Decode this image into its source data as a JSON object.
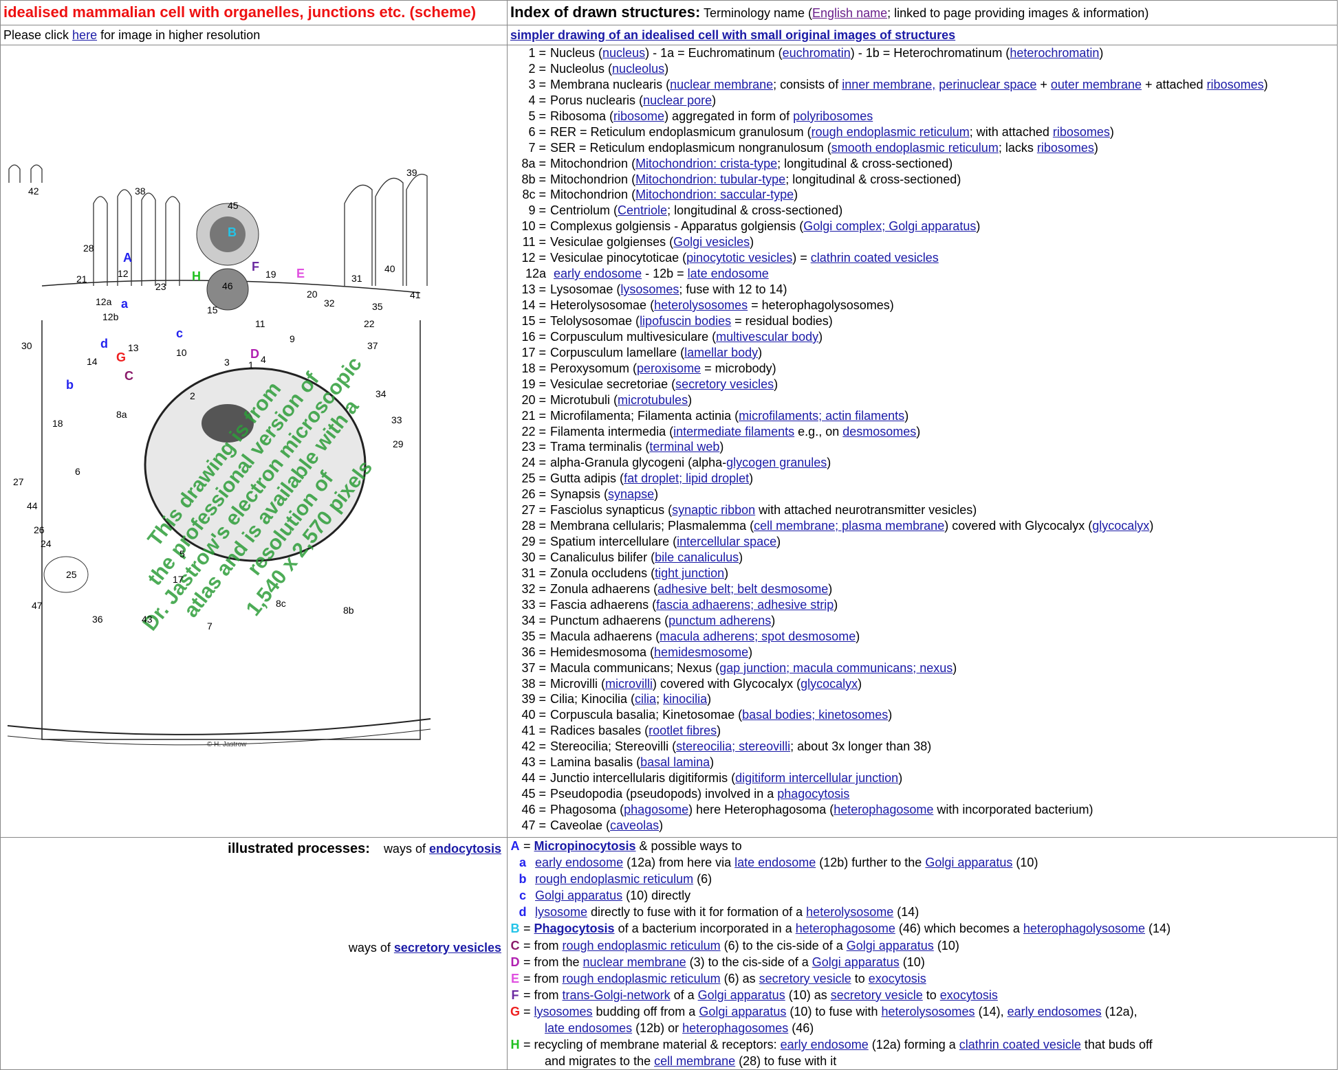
{
  "header": {
    "title": "idealised mammalian cell with organelles, junctions etc. (scheme)",
    "index_title": "Index of drawn structures:",
    "index_pre": "Terminology name (",
    "index_link": "English name",
    "index_post": "; linked to page providing images & information)"
  },
  "row2": {
    "click_pre": "Please click ",
    "click_link": "here",
    "click_post": " for image in higher resolution",
    "simpler_link": "simpler drawing of an idealised cell with small original images of structures"
  },
  "diagram": {
    "watermark": "This drawing is from the professional version of Dr. Jastrow's electron microscopic atlas and is available with a resolution of 1,540 x 2,570 pixels",
    "copyright": "© H. Jastrow",
    "labels": [
      "1",
      "2",
      "3",
      "4",
      "5",
      "6",
      "7",
      "8a",
      "8b",
      "8c",
      "9",
      "10",
      "11",
      "12",
      "12a",
      "12b",
      "13",
      "14",
      "15",
      "17",
      "18",
      "19",
      "20",
      "21",
      "22",
      "23",
      "24",
      "25",
      "26",
      "27",
      "28",
      "29",
      "30",
      "31",
      "32",
      "33",
      "34",
      "35",
      "36",
      "37",
      "38",
      "39",
      "40",
      "41",
      "42",
      "43",
      "44",
      "45",
      "46",
      "47",
      "A",
      "B",
      "C",
      "D",
      "E",
      "F",
      "G",
      "H",
      "a",
      "b",
      "c",
      "d"
    ]
  },
  "structures": [
    {
      "num": "1 =",
      "parts": [
        {
          "t": "Nucleus ("
        },
        {
          "l": "nucleus"
        },
        {
          "t": ") - 1a =  Euchromatinum ("
        },
        {
          "l": "euchromatin"
        },
        {
          "t": ") - 1b =  Heterochromatinum ("
        },
        {
          "l": "heterochromatin"
        },
        {
          "t": ")"
        }
      ]
    },
    {
      "num": "2 =",
      "parts": [
        {
          "t": "Nucleolus ("
        },
        {
          "l": "nucleolus"
        },
        {
          "t": ")"
        }
      ]
    },
    {
      "num": "3 =",
      "parts": [
        {
          "t": "Membrana nuclearis ("
        },
        {
          "l": "nuclear membrane"
        },
        {
          "t": "; consists of "
        },
        {
          "l": "inner membrane,"
        },
        {
          "t": " "
        },
        {
          "l": "perinuclear space"
        },
        {
          "t": " + "
        },
        {
          "l": "outer membrane"
        },
        {
          "t": " + attached "
        },
        {
          "l": "ribosomes"
        },
        {
          "t": ")"
        }
      ]
    },
    {
      "num": "4 =",
      "parts": [
        {
          "t": "Porus nuclearis ("
        },
        {
          "l": "nuclear pore"
        },
        {
          "t": ")"
        }
      ]
    },
    {
      "num": "5 =",
      "parts": [
        {
          "t": "Ribosoma ("
        },
        {
          "l": "ribosome"
        },
        {
          "t": ") aggregated in form of "
        },
        {
          "l": "polyribosomes"
        }
      ]
    },
    {
      "num": "6 =",
      "parts": [
        {
          "t": "RER = Reticulum endoplasmicum granulosum ("
        },
        {
          "l": "rough endoplasmic reticulum"
        },
        {
          "t": "; with attached "
        },
        {
          "l": "ribosomes"
        },
        {
          "t": ")"
        }
      ]
    },
    {
      "num": "7 =",
      "parts": [
        {
          "t": "SER = Reticulum endoplasmicum nongranulosum ("
        },
        {
          "l": "smooth endoplasmic reticulum"
        },
        {
          "t": "; lacks "
        },
        {
          "l": "ribosomes"
        },
        {
          "t": ")"
        }
      ]
    },
    {
      "num": "8a =",
      "parts": [
        {
          "t": "Mitochondrion ("
        },
        {
          "l": "Mitochondrion: crista-type"
        },
        {
          "t": "; longitudinal & cross-sectioned)"
        }
      ]
    },
    {
      "num": "8b =",
      "parts": [
        {
          "t": "Mitochondrion ("
        },
        {
          "l": "Mitochondrion: tubular-type"
        },
        {
          "t": "; longitudinal & cross-sectioned)"
        }
      ]
    },
    {
      "num": "8c =",
      "parts": [
        {
          "t": "Mitochondrion ("
        },
        {
          "l": "Mitochondrion: saccular-type"
        },
        {
          "t": ")"
        }
      ]
    },
    {
      "num": "9 =",
      "parts": [
        {
          "t": "Centriolum ("
        },
        {
          "l": "Centriole"
        },
        {
          "t": "; longitudinal & cross-sectioned)"
        }
      ]
    },
    {
      "num": "10 =",
      "parts": [
        {
          "t": "Complexus golgiensis - Apparatus golgiensis ("
        },
        {
          "l": "Golgi complex; Golgi apparatus"
        },
        {
          "t": ")"
        }
      ]
    },
    {
      "num": "11 =",
      "parts": [
        {
          "t": "Vesiculae golgienses ("
        },
        {
          "l": "Golgi vesicles"
        },
        {
          "t": ")"
        }
      ]
    },
    {
      "num": "12 =",
      "parts": [
        {
          "t": "Vesiculae pinocytoticae ("
        },
        {
          "l": "pinocytotic vesicles"
        },
        {
          "t": ") = "
        },
        {
          "l": "clathrin coated vesicles"
        }
      ]
    },
    {
      "num": "12a",
      "parts": [
        {
          "t": "  "
        },
        {
          "l": "early endosome"
        },
        {
          "t": " - 12b = "
        },
        {
          "l": "late endosome"
        }
      ]
    },
    {
      "num": "13 =",
      "parts": [
        {
          "t": "Lysosomae ("
        },
        {
          "l": "lysosomes"
        },
        {
          "t": "; fuse with 12 to 14)"
        }
      ]
    },
    {
      "num": "14 =",
      "parts": [
        {
          "t": "Heterolysosomae ("
        },
        {
          "l": "heterolysosomes"
        },
        {
          "t": " = heterophagolysosomes)"
        }
      ]
    },
    {
      "num": "15 =",
      "parts": [
        {
          "t": "Telolysosomae ("
        },
        {
          "l": "lipofuscin bodies"
        },
        {
          "t": " = residual bodies)"
        }
      ]
    },
    {
      "num": "16 =",
      "parts": [
        {
          "t": "Corpusculum multivesiculare ("
        },
        {
          "l": "multivescular body"
        },
        {
          "t": ")"
        }
      ]
    },
    {
      "num": "17 =",
      "parts": [
        {
          "t": "Corpusculum lamellare ("
        },
        {
          "l": "lamellar body"
        },
        {
          "t": ")"
        }
      ]
    },
    {
      "num": "18 =",
      "parts": [
        {
          "t": "Peroxysomum ("
        },
        {
          "l": "peroxisome"
        },
        {
          "t": " = microbody)"
        }
      ]
    },
    {
      "num": "19 =",
      "parts": [
        {
          "t": "Vesiculae secretoriae ("
        },
        {
          "l": "secretory vesicles"
        },
        {
          "t": ")"
        }
      ]
    },
    {
      "num": "20 =",
      "parts": [
        {
          "t": "Microtubuli ("
        },
        {
          "l": "microtubules"
        },
        {
          "t": ")"
        }
      ]
    },
    {
      "num": "21 =",
      "parts": [
        {
          "t": "Microfilamenta; Filamenta actinia ("
        },
        {
          "l": "microfilaments; actin filaments"
        },
        {
          "t": ")"
        }
      ]
    },
    {
      "num": "22 =",
      "parts": [
        {
          "t": "Filamenta intermedia ("
        },
        {
          "l": "intermediate filaments"
        },
        {
          "t": " e.g., on "
        },
        {
          "l": "desmosomes"
        },
        {
          "t": ")"
        }
      ]
    },
    {
      "num": "23 =",
      "parts": [
        {
          "t": "Trama terminalis ("
        },
        {
          "l": "terminal web"
        },
        {
          "t": ")"
        }
      ]
    },
    {
      "num": "24 =",
      "parts": [
        {
          "t": "alpha-Granula glycogeni (alpha-"
        },
        {
          "l": "glycogen granules"
        },
        {
          "t": ")"
        }
      ]
    },
    {
      "num": "25 =",
      "parts": [
        {
          "t": "Gutta adipis ("
        },
        {
          "l": "fat droplet; lipid droplet"
        },
        {
          "t": ")"
        }
      ]
    },
    {
      "num": "26 =",
      "parts": [
        {
          "t": "Synapsis ("
        },
        {
          "l": "synapse"
        },
        {
          "t": ")"
        }
      ]
    },
    {
      "num": "27 =",
      "parts": [
        {
          "t": "Fasciolus synapticus ("
        },
        {
          "l": "synaptic ribbon"
        },
        {
          "t": " with attached neurotransmitter vesicles)"
        }
      ]
    },
    {
      "num": "28 =",
      "parts": [
        {
          "t": "Membrana cellularis; Plasmalemma ("
        },
        {
          "l": "cell membrane; plasma membrane"
        },
        {
          "t": ") covered with Glycocalyx ("
        },
        {
          "l": "glycocalyx"
        },
        {
          "t": ")"
        }
      ]
    },
    {
      "num": "29 =",
      "parts": [
        {
          "t": "Spatium intercellulare ("
        },
        {
          "l": "intercellular space"
        },
        {
          "t": ")"
        }
      ]
    },
    {
      "num": "30 =",
      "parts": [
        {
          "t": "Canaliculus bilifer ("
        },
        {
          "l": "bile canaliculus"
        },
        {
          "t": ")"
        }
      ]
    },
    {
      "num": "31 =",
      "parts": [
        {
          "t": "Zonula occludens ("
        },
        {
          "l": "tight junction"
        },
        {
          "t": ")"
        }
      ]
    },
    {
      "num": "32 =",
      "parts": [
        {
          "t": "Zonula adhaerens ("
        },
        {
          "l": "adhesive belt; belt desmosome"
        },
        {
          "t": ")"
        }
      ]
    },
    {
      "num": "33 =",
      "parts": [
        {
          "t": "Fascia adhaerens ("
        },
        {
          "l": "fascia adhaerens; adhesive strip"
        },
        {
          "t": ")"
        }
      ]
    },
    {
      "num": "34 =",
      "parts": [
        {
          "t": "Punctum adhaerens ("
        },
        {
          "l": "punctum adherens"
        },
        {
          "t": ")"
        }
      ]
    },
    {
      "num": "35 =",
      "parts": [
        {
          "t": "Macula adhaerens ("
        },
        {
          "l": "macula adherens; spot desmosome"
        },
        {
          "t": ")"
        }
      ]
    },
    {
      "num": "36 =",
      "parts": [
        {
          "t": "Hemidesmosoma ("
        },
        {
          "l": "hemidesmosome"
        },
        {
          "t": ")"
        }
      ]
    },
    {
      "num": "37 =",
      "parts": [
        {
          "t": "Macula communicans; Nexus ("
        },
        {
          "l": "gap junction; macula communicans; nexus"
        },
        {
          "t": ")"
        }
      ]
    },
    {
      "num": "38 =",
      "parts": [
        {
          "t": "Microvilli ("
        },
        {
          "l": "microvilli"
        },
        {
          "t": ") covered with Glycocalyx ("
        },
        {
          "l": "glycocalyx"
        },
        {
          "t": ")"
        }
      ]
    },
    {
      "num": "39 =",
      "parts": [
        {
          "t": "Cilia; Kinocilia ("
        },
        {
          "l": "cilia"
        },
        {
          "t": "; "
        },
        {
          "l": "kinocilia"
        },
        {
          "t": ")"
        }
      ]
    },
    {
      "num": "40 =",
      "parts": [
        {
          "t": "Corpuscula basalia; Kinetosomae ("
        },
        {
          "l": "basal bodies; kinetosomes"
        },
        {
          "t": ")"
        }
      ]
    },
    {
      "num": "41 =",
      "parts": [
        {
          "t": "Radices basales ("
        },
        {
          "l": "rootlet fibres"
        },
        {
          "t": ")"
        }
      ]
    },
    {
      "num": "42 =",
      "parts": [
        {
          "t": "Stereocilia; Stereovilli ("
        },
        {
          "l": "stereocilia; stereovilli"
        },
        {
          "t": "; about 3x longer than 38)"
        }
      ]
    },
    {
      "num": "43 =",
      "parts": [
        {
          "t": "Lamina basalis ("
        },
        {
          "l": "basal lamina"
        },
        {
          "t": ")"
        }
      ]
    },
    {
      "num": "44 =",
      "parts": [
        {
          "t": "Junctio intercellularis digitiformis ("
        },
        {
          "l": "digitiform intercellular junction"
        },
        {
          "t": ")"
        }
      ]
    },
    {
      "num": "45 =",
      "parts": [
        {
          "t": "Pseudopodia (pseudopods) involved in a "
        },
        {
          "l": "phagocytosis"
        }
      ]
    },
    {
      "num": "46 =",
      "parts": [
        {
          "t": "Phagosoma ("
        },
        {
          "l": "phagosome"
        },
        {
          "t": ") here Heterophagosoma ("
        },
        {
          "l": "heterophagosome"
        },
        {
          "t": " with incorporated bacterium)"
        }
      ]
    },
    {
      "num": "47 =",
      "parts": [
        {
          "t": "Caveolae ("
        },
        {
          "l": "caveolas"
        },
        {
          "t": ")"
        }
      ]
    }
  ],
  "processes": {
    "heading": "illustrated processes:",
    "endo_pre": "ways of ",
    "endo_link": "endocytosis",
    "sec_pre": "ways of ",
    "sec_link": "secretory vesicles",
    "rows": [
      {
        "letter": "A",
        "cls": "cA",
        "style": "main",
        "parts": [
          {
            "t": " = "
          },
          {
            "lb": "Micropinocytosis"
          },
          {
            "t": " & possible ways to"
          }
        ]
      },
      {
        "letter": "a",
        "cls": "ca",
        "style": "sub",
        "parts": [
          {
            "l": "early endosome"
          },
          {
            "t": " (12a) from here via "
          },
          {
            "l": "late endosome"
          },
          {
            "t": " (12b) further to the "
          },
          {
            "l": "Golgi apparatus"
          },
          {
            "t": " (10)"
          }
        ]
      },
      {
        "letter": "b",
        "cls": "ca",
        "style": "sub",
        "parts": [
          {
            "l": "rough endoplasmic reticulum"
          },
          {
            "t": " (6)"
          }
        ]
      },
      {
        "letter": "c",
        "cls": "ca",
        "style": "sub",
        "parts": [
          {
            "l": "Golgi apparatus"
          },
          {
            "t": " (10) directly"
          }
        ]
      },
      {
        "letter": "d",
        "cls": "ca",
        "style": "sub",
        "parts": [
          {
            "l": "lysosome"
          },
          {
            "t": " directly to fuse with it for formation of a "
          },
          {
            "l": "heterolysosome"
          },
          {
            "t": " (14)"
          }
        ]
      },
      {
        "letter": "B",
        "cls": "cB",
        "style": "main",
        "parts": [
          {
            "t": " = "
          },
          {
            "lb": "Phagocytosis"
          },
          {
            "t": " of a bacterium incorporated in a "
          },
          {
            "l": "heterophagosome"
          },
          {
            "t": " (46) which becomes a "
          },
          {
            "l": "heterophagolysosome"
          },
          {
            "t": " (14)"
          }
        ]
      },
      {
        "letter": "C",
        "cls": "cC",
        "style": "main",
        "parts": [
          {
            "t": " = from "
          },
          {
            "l": "rough endoplasmic reticulum"
          },
          {
            "t": " (6) to the cis-side of a "
          },
          {
            "l": "Golgi apparatus"
          },
          {
            "t": " (10)"
          }
        ]
      },
      {
        "letter": "D",
        "cls": "cD",
        "style": "main",
        "parts": [
          {
            "t": " = from the "
          },
          {
            "l": "nuclear membrane"
          },
          {
            "t": " (3) to the cis-side of a "
          },
          {
            "l": "Golgi apparatus"
          },
          {
            "t": " (10)"
          }
        ]
      },
      {
        "letter": "E",
        "cls": "cE",
        "style": "main",
        "parts": [
          {
            "t": " = from "
          },
          {
            "l": "rough endoplasmic reticulum"
          },
          {
            "t": " (6) as "
          },
          {
            "l": "secretory vesicle"
          },
          {
            "t": " to "
          },
          {
            "l": "exocytosis"
          }
        ]
      },
      {
        "letter": "F",
        "cls": "cF",
        "style": "main",
        "parts": [
          {
            "t": " = from "
          },
          {
            "l": "trans-Golgi-network"
          },
          {
            "t": " of a "
          },
          {
            "l": "Golgi apparatus"
          },
          {
            "t": " (10) as "
          },
          {
            "l": "secretory vesicle"
          },
          {
            "t": " to "
          },
          {
            "l": "exocytosis"
          }
        ]
      },
      {
        "letter": "G",
        "cls": "cG",
        "style": "main",
        "parts": [
          {
            "t": " = "
          },
          {
            "l": "lysosomes"
          },
          {
            "t": " budding off from a "
          },
          {
            "l": "Golgi apparatus"
          },
          {
            "t": " (10) to fuse with "
          },
          {
            "l": "heterolysosomes"
          },
          {
            "t": " (14), "
          },
          {
            "l": "early endosomes"
          },
          {
            "t": " (12a),"
          }
        ]
      },
      {
        "letter": "",
        "cls": "",
        "style": "cont",
        "parts": [
          {
            "l": "late endosomes"
          },
          {
            "t": " (12b) or "
          },
          {
            "l": "heterophagosomes"
          },
          {
            "t": " (46)"
          }
        ]
      },
      {
        "letter": "H",
        "cls": "cH",
        "style": "main",
        "parts": [
          {
            "t": " = recycling of membrane material & receptors: "
          },
          {
            "l": "early endosome"
          },
          {
            "t": " (12a) forming a "
          },
          {
            "l": "clathrin coated vesicle"
          },
          {
            "t": " that buds off"
          }
        ]
      },
      {
        "letter": "",
        "cls": "",
        "style": "cont",
        "parts": [
          {
            "t": "and migrates to the "
          },
          {
            "l": "cell membrane"
          },
          {
            "t": " (28) to fuse with it"
          }
        ]
      }
    ]
  }
}
